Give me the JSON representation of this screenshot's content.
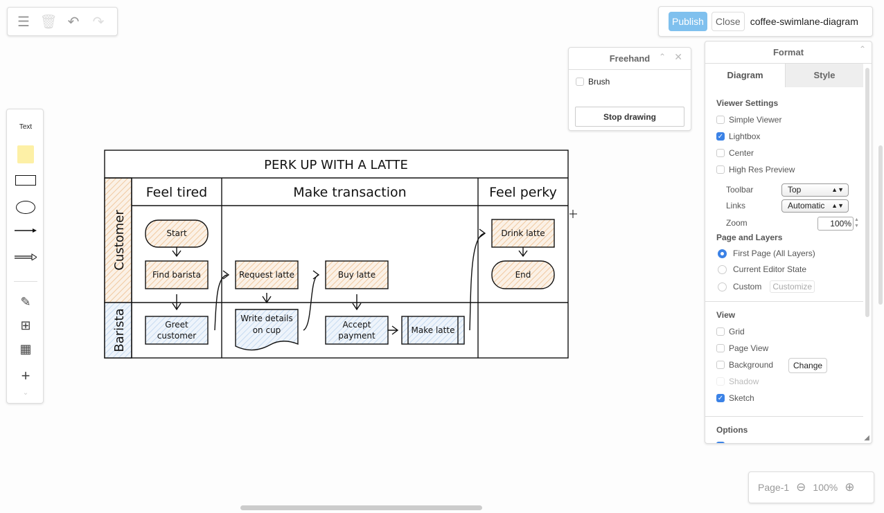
{
  "toolbar": {
    "icons": [
      "menu-icon",
      "trash-icon",
      "undo-icon",
      "redo-icon"
    ]
  },
  "header": {
    "publish_label": "Publish",
    "close_label": "Close",
    "file_name": "coffee-swimlane-diagram"
  },
  "shapes": {
    "text_label": "Text"
  },
  "freehand": {
    "title": "Freehand",
    "brush_label": "Brush",
    "brush_checked": false,
    "stop_label": "Stop drawing"
  },
  "format": {
    "title": "Format",
    "tabs": [
      "Diagram",
      "Style"
    ],
    "active_tab": "Diagram",
    "viewer": {
      "heading": "Viewer Settings",
      "simple_viewer": "Simple Viewer",
      "lightbox": "Lightbox",
      "center": "Center",
      "high_res": "High Res Preview",
      "toolbar_label": "Toolbar",
      "toolbar_value": "Top",
      "links_label": "Links",
      "links_value": "Automatic",
      "zoom_label": "Zoom",
      "zoom_value": "100%"
    },
    "checked": {
      "simple_viewer": false,
      "lightbox": true,
      "center": false,
      "high_res": false,
      "grid": false,
      "page_view": false,
      "background": false,
      "shadow": false,
      "sketch": true
    },
    "pages": {
      "heading": "Page and Layers",
      "first_page": "First Page (All Layers)",
      "current_state": "Current Editor State",
      "custom": "Custom",
      "customize": "Customize",
      "selected": "First Page (All Layers)"
    },
    "view": {
      "heading": "View",
      "grid": "Grid",
      "page_view": "Page View",
      "background": "Background",
      "change": "Change",
      "shadow": "Shadow",
      "sketch": "Sketch"
    },
    "options": {
      "heading": "Options"
    }
  },
  "diagram": {
    "title": "PERK UP WITH A LATTE",
    "lanes": [
      "Customer",
      "Barista"
    ],
    "phases": [
      "Feel tired",
      "Make transaction",
      "Feel perky"
    ],
    "nodes": {
      "start": "Start",
      "find_barista": "Find barista",
      "greet_1": "Greet",
      "greet_2": "customer",
      "request": "Request latte",
      "write_1": "Write details",
      "write_2": "on cup",
      "buy": "Buy latte",
      "accept_1": "Accept",
      "accept_2": "payment",
      "make": "Make latte",
      "drink": "Drink latte",
      "end": "End"
    },
    "colors": {
      "customer_fill": "#f6dcc0",
      "barista_fill": "#d6e6f5",
      "stroke": "#111111"
    }
  },
  "footer": {
    "page": "Page-1",
    "zoom": "100%"
  }
}
